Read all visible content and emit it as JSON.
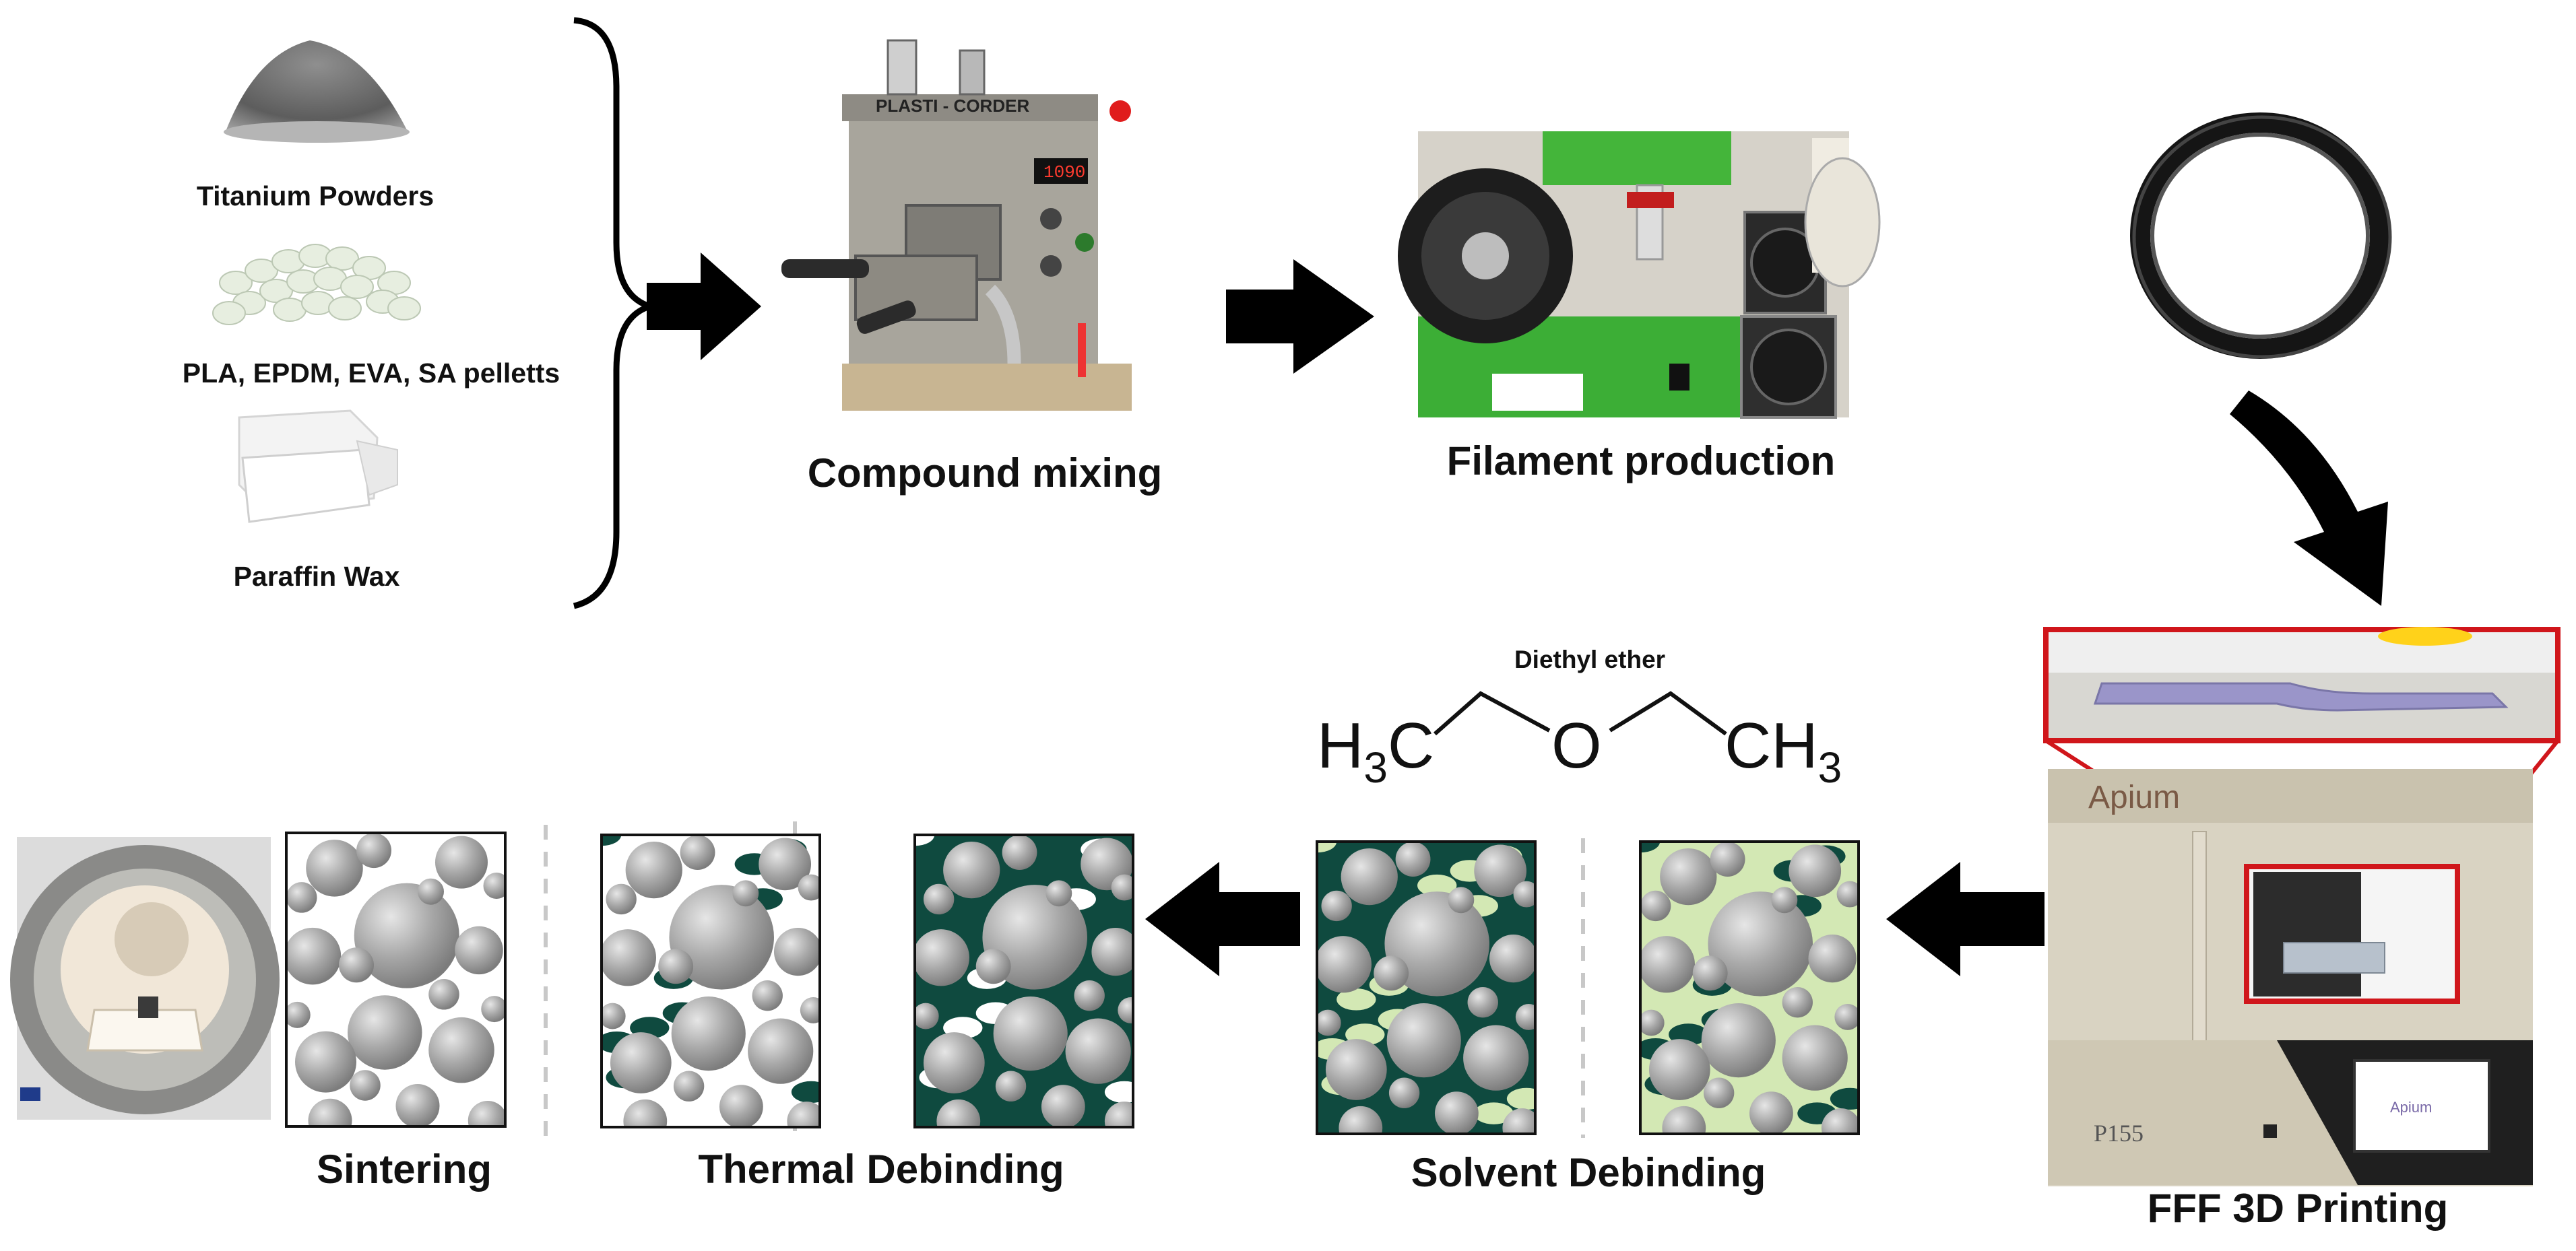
{
  "inputs": {
    "titanium_powders": "Titanium Powders",
    "pellets": "PLA, EPDM, EVA, SA pelletts",
    "paraffin_wax": "Paraffin Wax"
  },
  "steps": {
    "compound_mixing": "Compound mixing",
    "filament_production": "Filament production",
    "fff_3d_printing": "FFF 3D Printing",
    "solvent_debinding": "Solvent Debinding",
    "thermal_debinding": "Thermal Debinding",
    "sintering": "Sintering"
  },
  "machine_labels": {
    "mixer_brand": "PLASTI - CORDER",
    "mixer_display": "1090",
    "printer_brand": "Apium",
    "printer_model": "P155",
    "printer_screen": "Apium"
  },
  "chemistry": {
    "name": "Diethyl ether",
    "left_group": "H",
    "left_sub": "3",
    "left_tail": "C",
    "oxygen": "O",
    "right_group": "CH",
    "right_sub": "3"
  },
  "colors": {
    "arrow": "#000000",
    "binder_dark": "#0f4a3f",
    "binder_light": "#d3e8b4",
    "particle": "#9e9e9e",
    "highlight_frame": "#d0161b",
    "mixer_body": "#b9b6ae",
    "extruder_green": "#39b035"
  },
  "icons": [
    "curly-brace",
    "arrow-right",
    "arrow-left",
    "curved-arrow-down"
  ]
}
